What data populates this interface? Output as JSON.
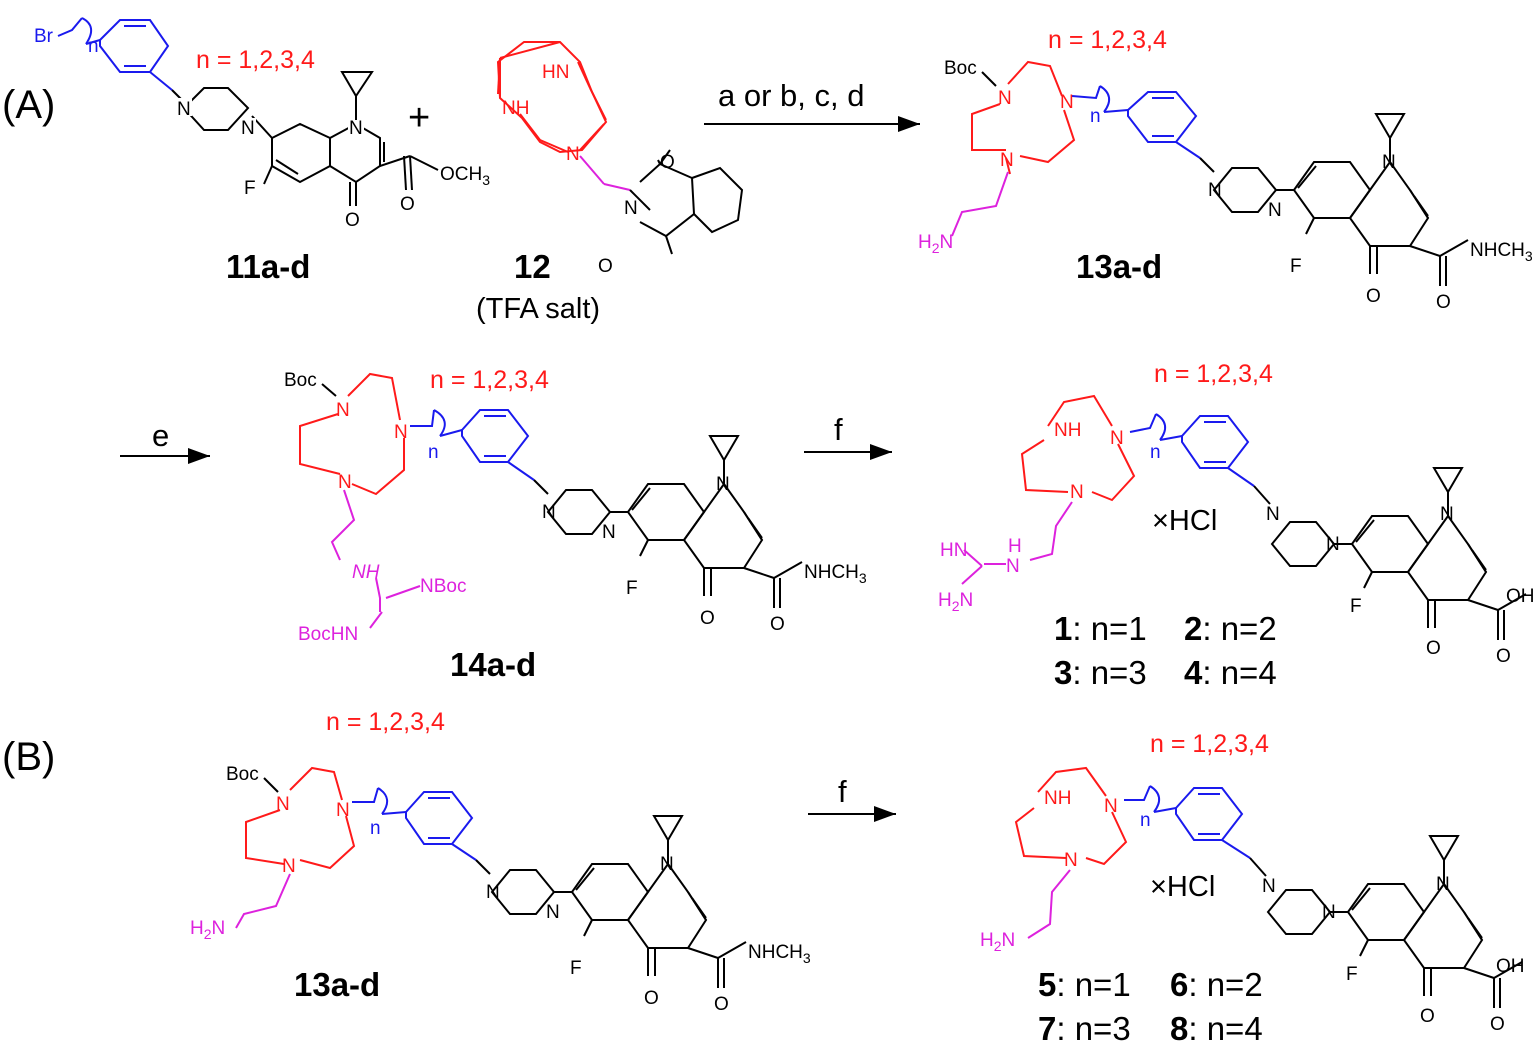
{
  "colors": {
    "black": "#000000",
    "red": "#ff1a1a",
    "blue": "#1a1aee",
    "magenta": "#dd22dd"
  },
  "panels": {
    "A": "(A)",
    "B": "(B)"
  },
  "n_note": "n = 1,2,3,4",
  "reagents": {
    "step1": "a or b, c, d",
    "step2": "e",
    "step3": "f",
    "step4": "f"
  },
  "compounds": {
    "c11": "11a-d",
    "c12": "12",
    "c12_note": "(TFA salt)",
    "c13": "13a-d",
    "c14": "14a-d",
    "c13b": "13a-d"
  },
  "atoms": {
    "Br": "Br",
    "n": "n",
    "N": "N",
    "NH": "NH",
    "HN": "HN",
    "F": "F",
    "O": "O",
    "OCH3": "OCH",
    "NHCH3": "NHCH",
    "sub3": "3",
    "OH": "OH",
    "Boc": "Boc",
    "H2N": "H",
    "sub2": "2",
    "N_part": "N",
    "NBoc": "NBoc",
    "BocHN": "BocHN",
    "HN_g": "HN",
    "H_g": "H",
    "plus": "+",
    "salt": "×HCl"
  },
  "products_A": [
    {
      "num": "1",
      "text": ": n=1"
    },
    {
      "num": "2",
      "text": ": n=2"
    },
    {
      "num": "3",
      "text": ": n=3"
    },
    {
      "num": "4",
      "text": ": n=4"
    }
  ],
  "products_B": [
    {
      "num": "5",
      "text": ": n=1"
    },
    {
      "num": "6",
      "text": ": n=2"
    },
    {
      "num": "7",
      "text": ": n=3"
    },
    {
      "num": "8",
      "text": ": n=4"
    }
  ]
}
